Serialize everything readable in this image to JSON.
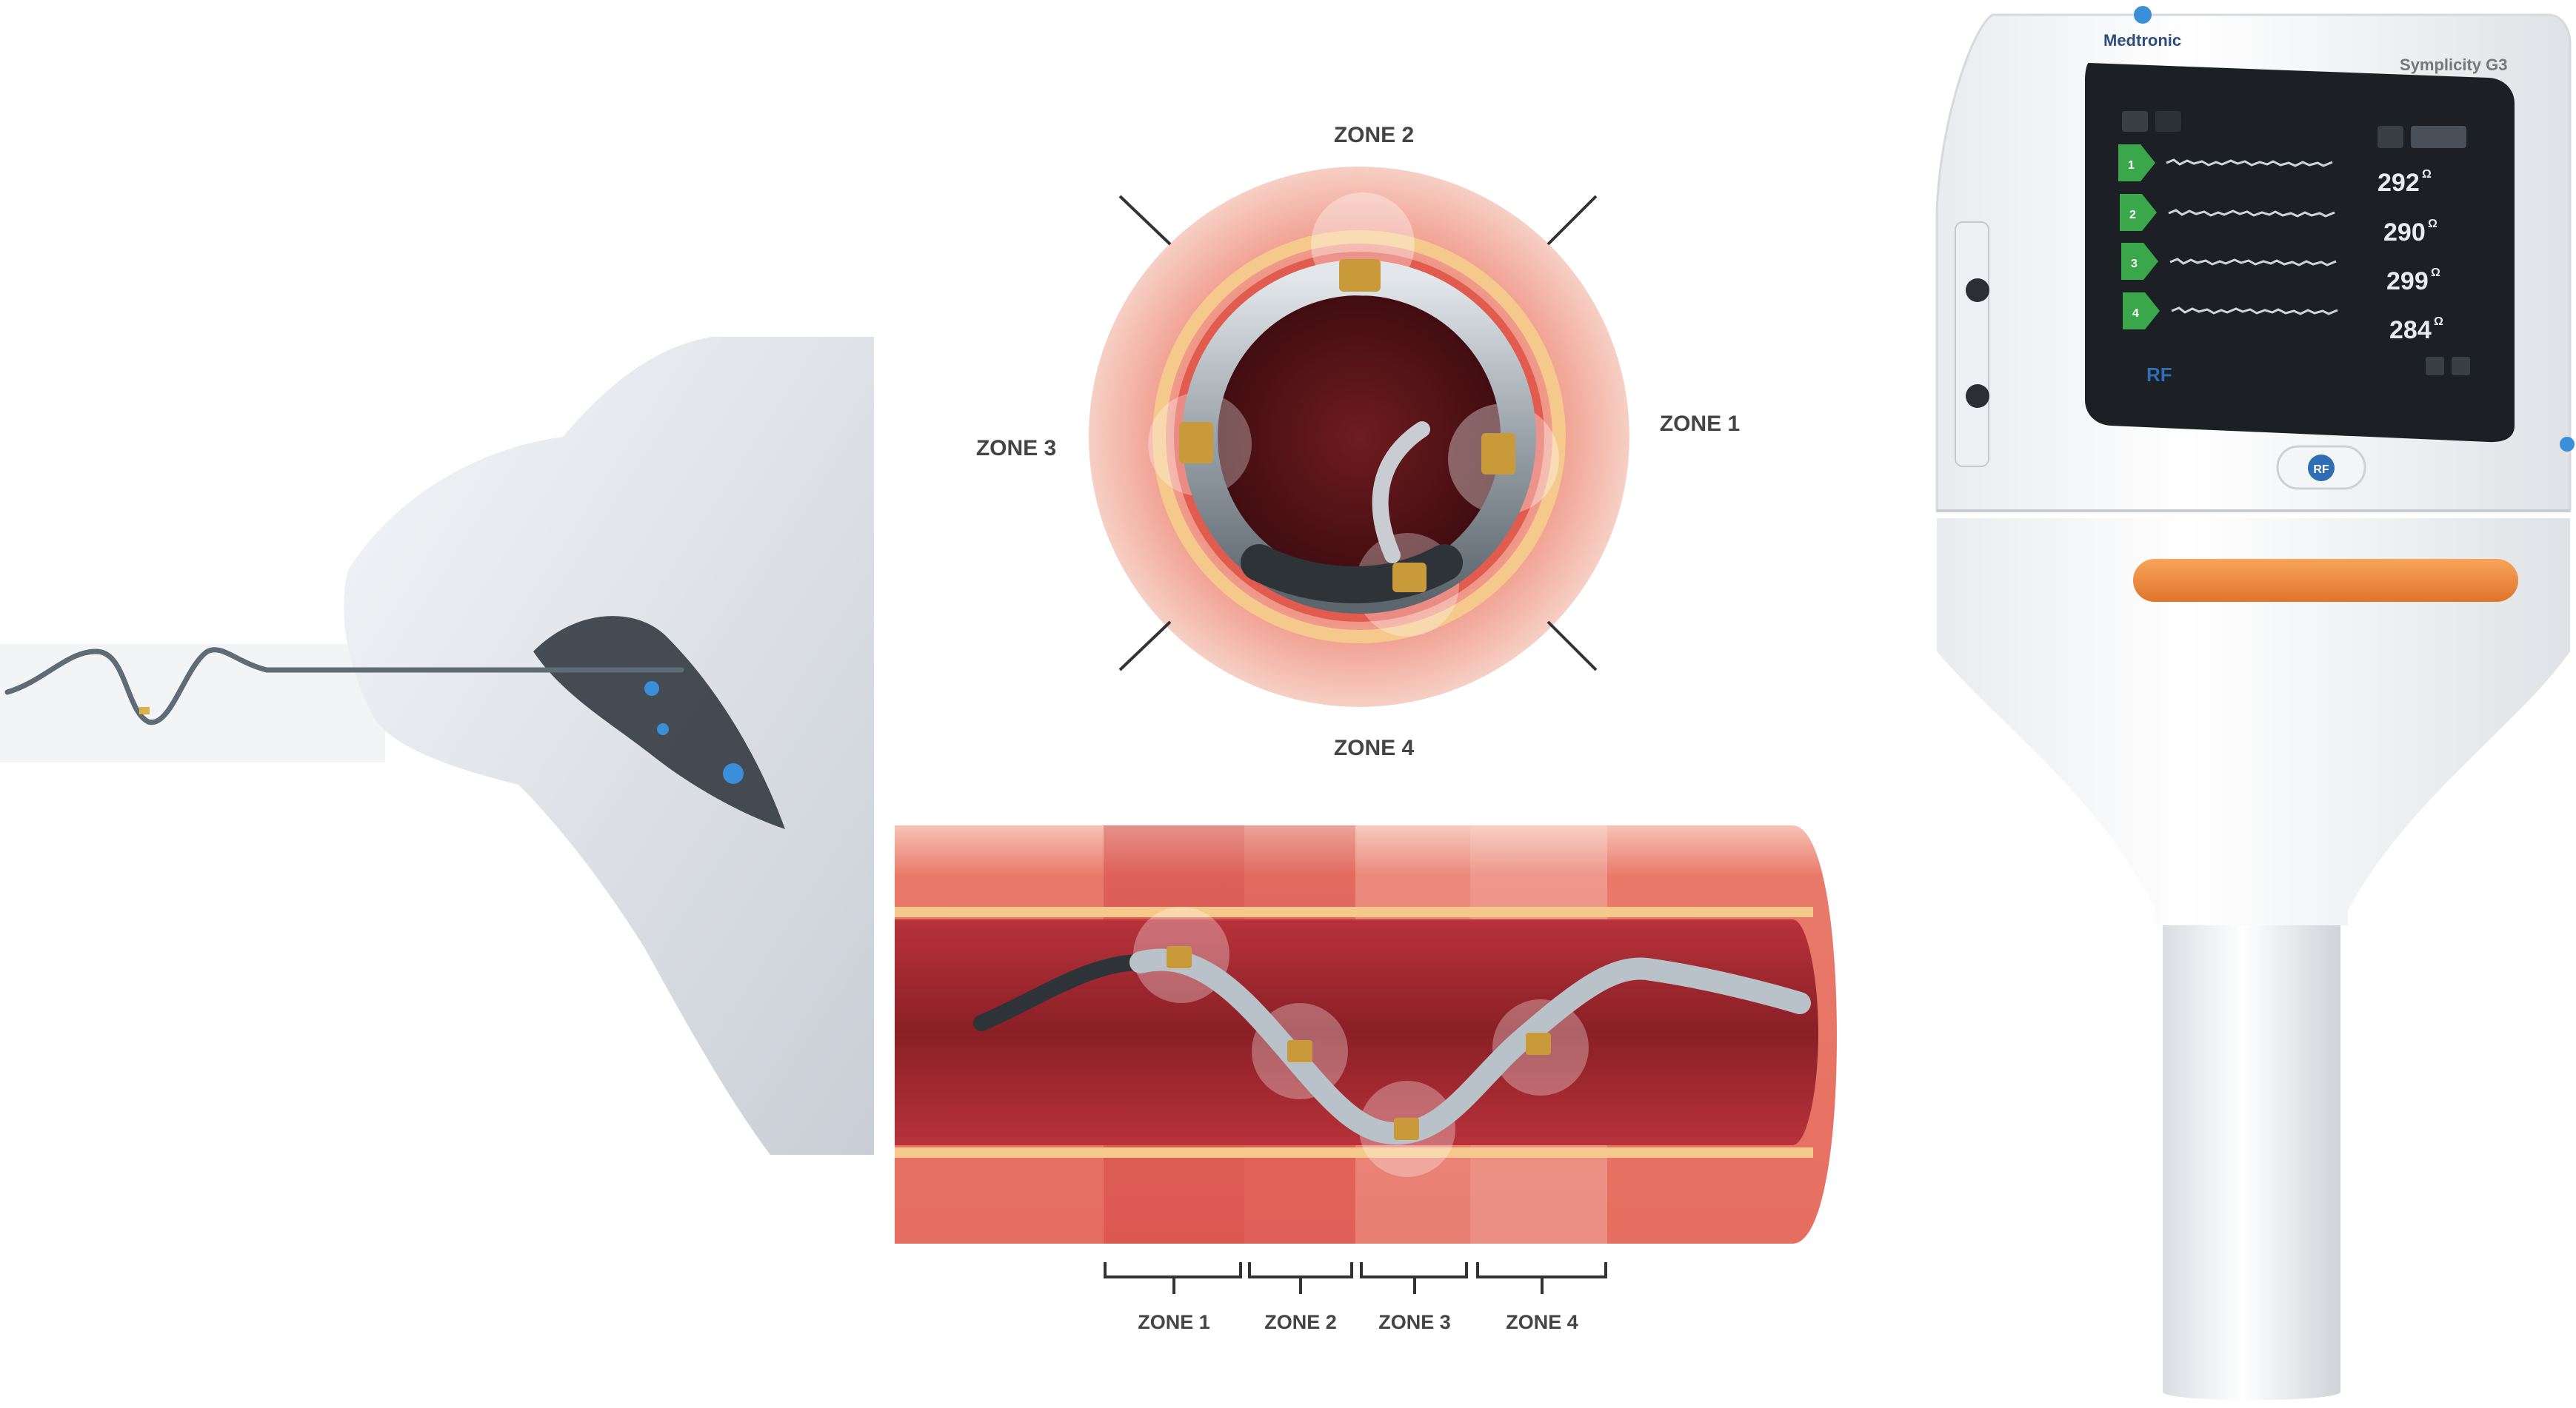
{
  "cross_section": {
    "zone_labels": [
      "ZONE 2",
      "ZONE 1",
      "ZONE 3",
      "ZONE 4"
    ]
  },
  "longitudinal": {
    "zone_labels": [
      "ZONE 1",
      "ZONE 2",
      "ZONE 3",
      "ZONE 4"
    ]
  },
  "generator": {
    "brand": "Medtronic",
    "model": "Symplicity G3",
    "button_label": "RF",
    "mode_label": "RF",
    "channels": [
      {
        "label": "1",
        "value": "292",
        "unit": "Ω"
      },
      {
        "label": "2",
        "value": "290",
        "unit": "Ω"
      },
      {
        "label": "3",
        "value": "299",
        "unit": "Ω"
      },
      {
        "label": "4",
        "value": "284",
        "unit": "Ω"
      }
    ]
  },
  "colors": {
    "vessel_outer": "#f2b1a2",
    "vessel_wall": "#e6675a",
    "vessel_lumen": "#5a1418",
    "fat_band": "#f5c98c",
    "catheter": "#b8c2c8",
    "electrode": "#c89a3a",
    "screen_bg": "#1c2024",
    "channel_green": "#3aa84a",
    "handle_orange": "#f08a3a",
    "rf_blue": "#2f6db5"
  }
}
